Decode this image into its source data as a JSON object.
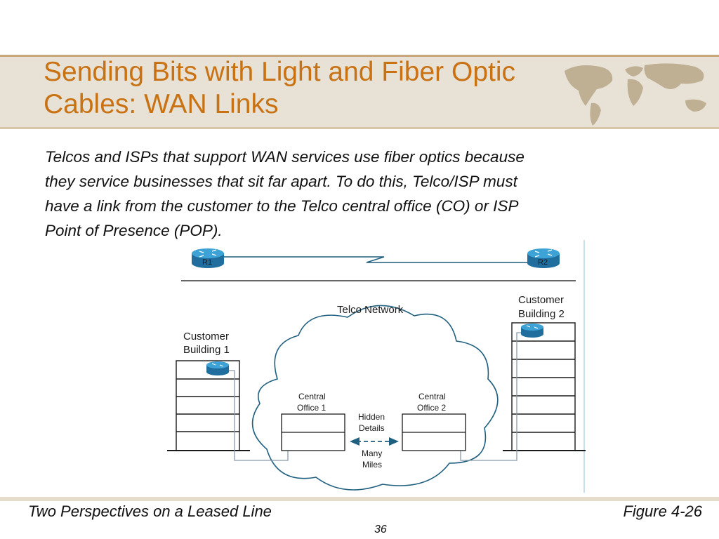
{
  "slide": {
    "title_lines": [
      "Sending Bits with Light and Fiber Optic",
      "Cables: WAN Links"
    ],
    "body_lines": [
      "Telcos and ISPs that support WAN services use fiber optics because",
      "they service businesses that sit far apart. To do this, Telco/ISP must",
      "have a link from the customer to the Telco central office (CO) or ISP",
      "Point of Presence (POP)."
    ],
    "footer_left": "Two Perspectives on a Leased Line",
    "footer_right": "Figure 4-26",
    "page_number": "36"
  },
  "diagram": {
    "router_left": "R1",
    "router_right": "R2",
    "telco_network": "Telco Network",
    "customer_building_1": [
      "Customer",
      "Building 1"
    ],
    "customer_building_2": [
      "Customer",
      "Building 2"
    ],
    "central_office_1": [
      "Central",
      "Office 1"
    ],
    "central_office_2": [
      "Central",
      "Office 2"
    ],
    "hidden_details": [
      "Hidden",
      "Details"
    ],
    "many_miles": [
      "Many",
      "Miles"
    ]
  },
  "colors": {
    "title": "#c97213",
    "router": "#2d8fc0",
    "link": "#1f5f7f",
    "title_band": "#e8e2d6"
  }
}
